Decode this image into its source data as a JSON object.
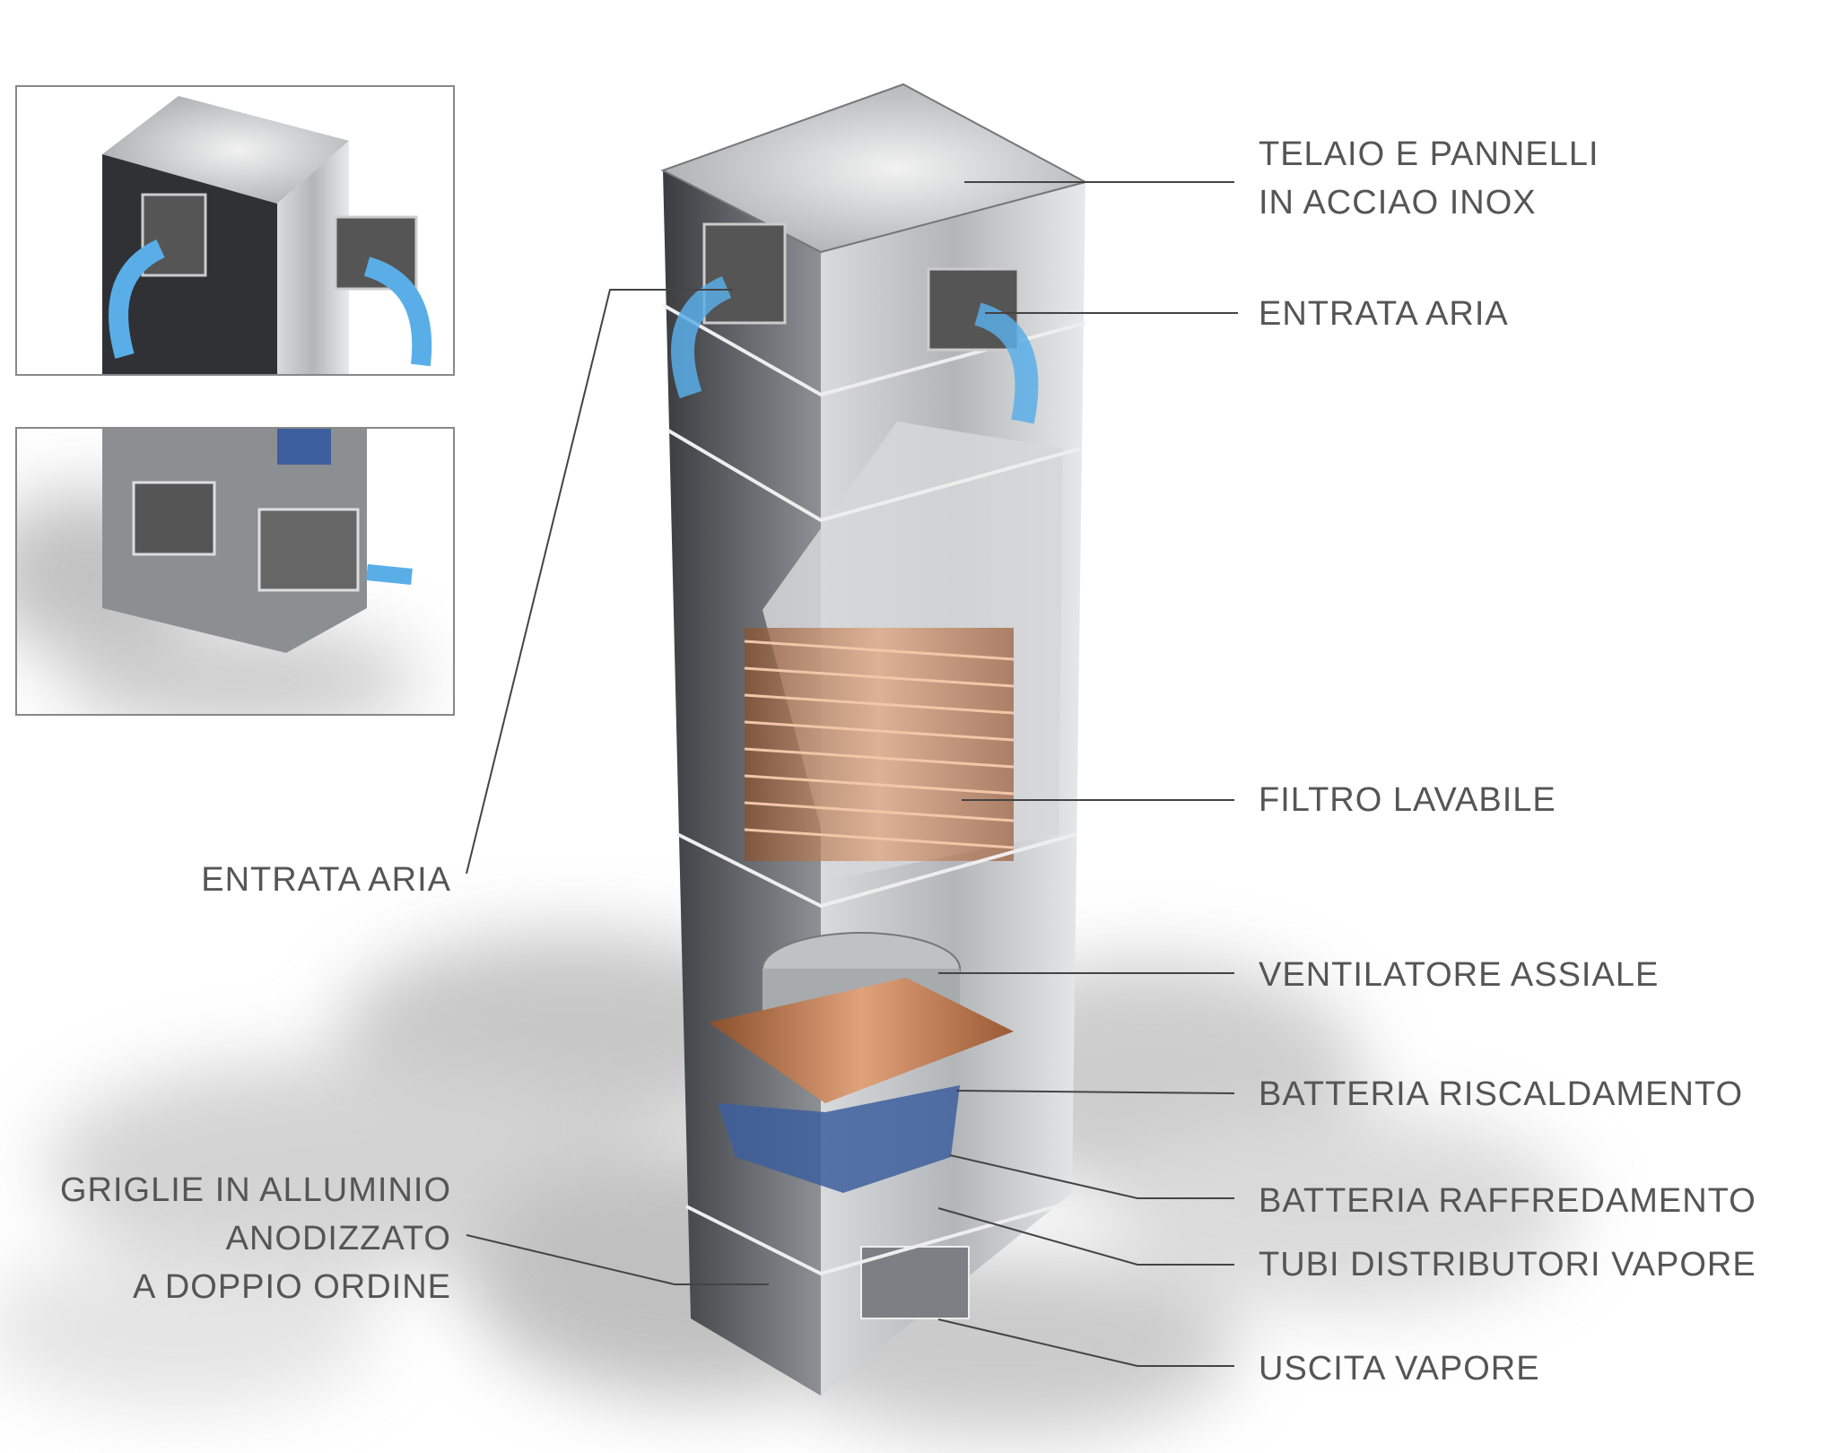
{
  "title": "Umidificatore a vapore – componenti",
  "colors": {
    "label": "#555555",
    "leader": "#444444",
    "steel": "#a9acb0",
    "copper": "#c07a4c",
    "cooling": "#3d5f9e",
    "airflow": "#5aaee8"
  },
  "labels_right": [
    {
      "id": "frame",
      "lines": [
        "TELAIO E PANNELLI",
        "IN ACCIAO INOX"
      ]
    },
    {
      "id": "air-inlet-right",
      "lines": [
        "ENTRATA ARIA"
      ]
    },
    {
      "id": "filter",
      "lines": [
        "FILTRO LAVABILE"
      ]
    },
    {
      "id": "fan",
      "lines": [
        "VENTILATORE ASSIALE"
      ]
    },
    {
      "id": "heating-coil",
      "lines": [
        "BATTERIA RISCALDAMENTO"
      ]
    },
    {
      "id": "cooling-coil",
      "lines": [
        "BATTERIA RAFFREDAMENTO"
      ]
    },
    {
      "id": "steam-pipes",
      "lines": [
        "TUBI DISTRIBUTORI VAPORE"
      ]
    },
    {
      "id": "steam-outlet",
      "lines": [
        "USCITA VAPORE"
      ]
    }
  ],
  "labels_left": [
    {
      "id": "air-inlet-left",
      "lines": [
        "ENTRATA ARIA"
      ]
    },
    {
      "id": "grilles",
      "lines": [
        "GRIGLIE IN ALLUMINIO",
        "ANODIZZATO",
        "A DOPPIO ORDINE"
      ]
    }
  ]
}
